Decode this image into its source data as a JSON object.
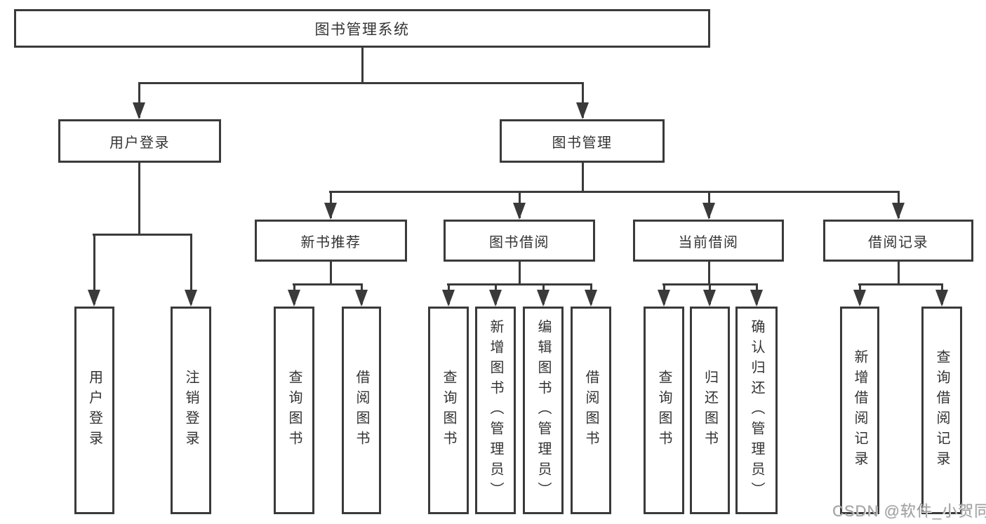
{
  "colors": {
    "line": "#3a3a3a",
    "text": "#333333",
    "watermark": "#a0a0a0",
    "background": "#ffffff"
  },
  "watermark": "CSDN @软件_小贺同学",
  "nodes": {
    "root": "图书管理系统",
    "user_login": "用户登录",
    "book_mgmt": "图书管理",
    "new_book_rec": "新书推荐",
    "book_borrow": "图书借阅",
    "current_borrow": "当前借阅",
    "borrow_records": "借阅记录",
    "leaf_user_login": "用户登录",
    "leaf_logout": "注销登录",
    "leaf_nbr_query": "查询图书",
    "leaf_nbr_borrow": "借阅图书",
    "leaf_bb_query": "查询图书",
    "leaf_bb_add": "新增图书（管理员）",
    "leaf_bb_edit": "编辑图书（管理员）",
    "leaf_bb_borrow": "借阅图书",
    "leaf_cb_query": "查询图书",
    "leaf_cb_return": "归还图书",
    "leaf_cb_confirm": "确认归还（管理员）",
    "leaf_br_add": "新增借阅记录",
    "leaf_br_query": "查询借阅记录"
  },
  "edges": [
    [
      "root",
      "user_login"
    ],
    [
      "root",
      "book_mgmt"
    ],
    [
      "user_login",
      "leaf_user_login"
    ],
    [
      "user_login",
      "leaf_logout"
    ],
    [
      "book_mgmt",
      "new_book_rec"
    ],
    [
      "book_mgmt",
      "book_borrow"
    ],
    [
      "book_mgmt",
      "current_borrow"
    ],
    [
      "book_mgmt",
      "borrow_records"
    ],
    [
      "new_book_rec",
      "leaf_nbr_query"
    ],
    [
      "new_book_rec",
      "leaf_nbr_borrow"
    ],
    [
      "book_borrow",
      "leaf_bb_query"
    ],
    [
      "book_borrow",
      "leaf_bb_add"
    ],
    [
      "book_borrow",
      "leaf_bb_edit"
    ],
    [
      "book_borrow",
      "leaf_bb_borrow"
    ],
    [
      "current_borrow",
      "leaf_cb_query"
    ],
    [
      "current_borrow",
      "leaf_cb_return"
    ],
    [
      "current_borrow",
      "leaf_cb_confirm"
    ],
    [
      "borrow_records",
      "leaf_br_add"
    ],
    [
      "borrow_records",
      "leaf_br_query"
    ]
  ]
}
